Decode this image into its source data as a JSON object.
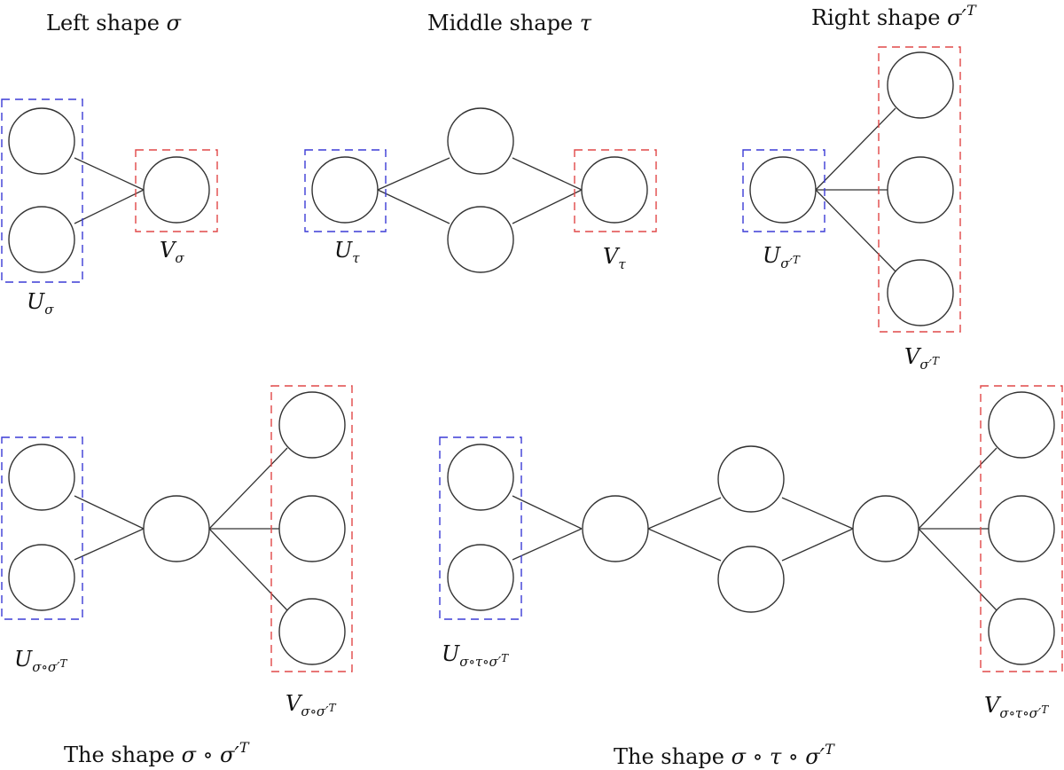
{
  "titles": {
    "left": {
      "text": "Left shape ",
      "symbol": "σ",
      "sup": ""
    },
    "middle": {
      "text": "Middle shape ",
      "symbol": "τ",
      "sup": ""
    },
    "right": {
      "text": "Right shape ",
      "symbol": "σ′",
      "sup": "T"
    },
    "composite_small": {
      "text": "The shape ",
      "symbol": "σ ∘ σ′",
      "sup": "T"
    },
    "composite_large": {
      "text": "The shape ",
      "symbol": "σ ∘ τ ∘ σ′",
      "sup": "T"
    }
  },
  "labels": {
    "u_sigma": {
      "main": "U",
      "sub": "σ",
      "sup": ""
    },
    "v_sigma": {
      "main": "V",
      "sub": "σ",
      "sup": ""
    },
    "u_tau": {
      "main": "U",
      "sub": "τ",
      "sup": ""
    },
    "v_tau": {
      "main": "V",
      "sub": "τ",
      "sup": ""
    },
    "u_sigma_prime_t": {
      "main": "U",
      "sub": "σ′",
      "sup": "T"
    },
    "v_sigma_prime_t": {
      "main": "V",
      "sub": "σ′",
      "sup": "T"
    },
    "u_composite_small": {
      "main": "U",
      "sub": "σ∘σ′",
      "sup": "T"
    },
    "v_composite_small": {
      "main": "V",
      "sub": "σ∘σ′",
      "sup": "T"
    },
    "u_composite_large": {
      "main": "U",
      "sub": "σ∘τ∘σ′",
      "sup": "T"
    },
    "v_composite_large": {
      "main": "V",
      "sub": "σ∘τ∘σ′",
      "sup": "T"
    }
  },
  "colors": {
    "u_box": "#3b3bd6",
    "v_box": "#e04848",
    "edge": "#333333"
  }
}
